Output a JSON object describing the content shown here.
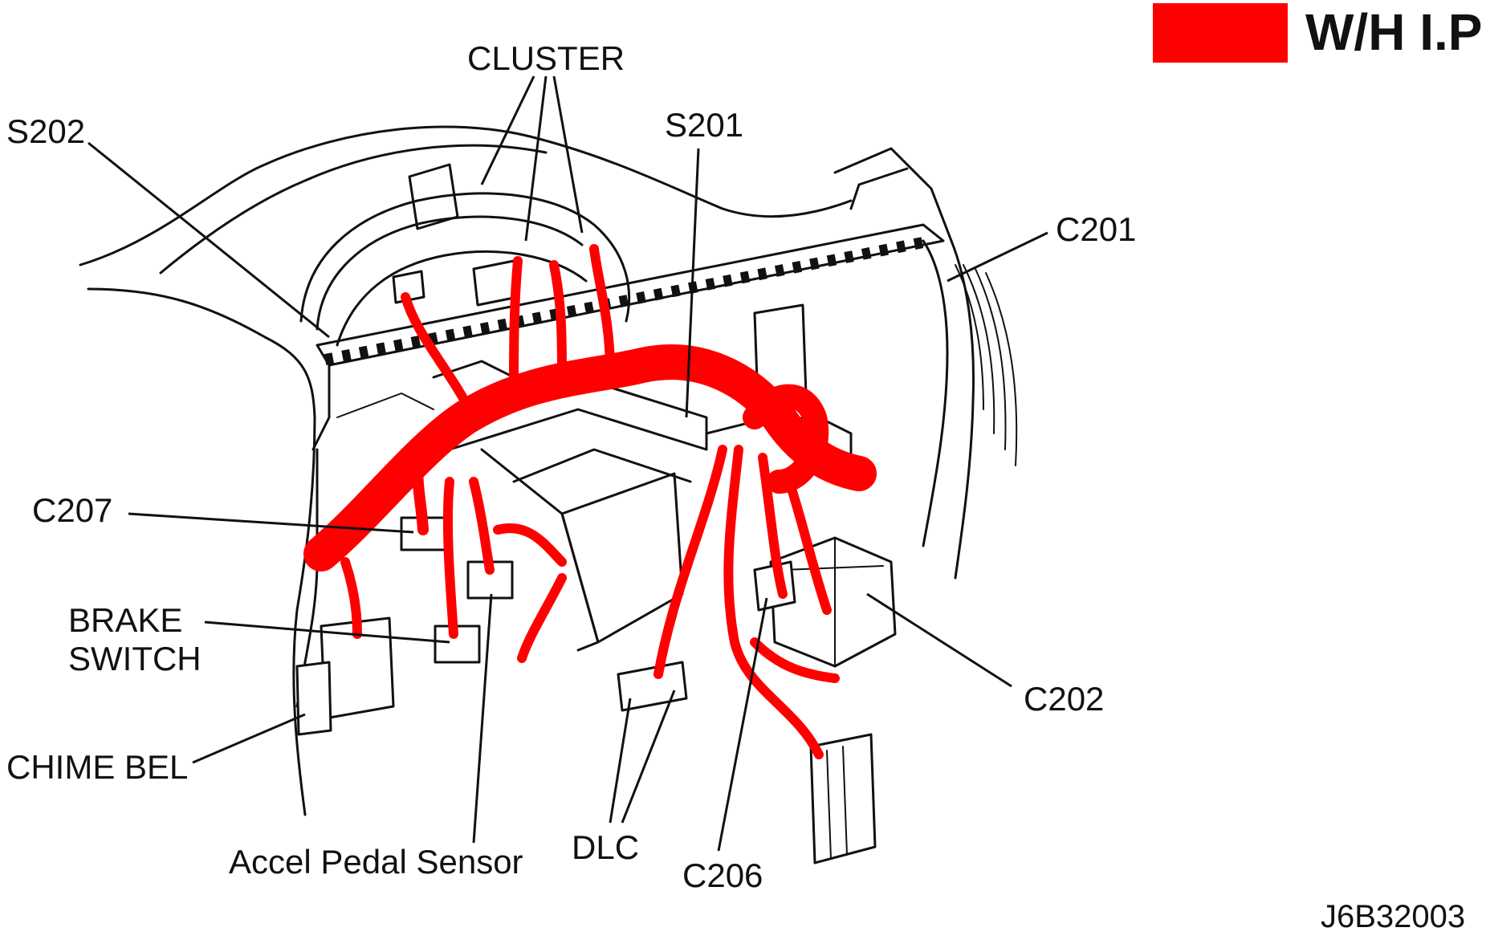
{
  "legend": {
    "swatch_color": "#ff0000",
    "label": "W/H I.P"
  },
  "colors": {
    "harness": "#ff0000",
    "outline": "#111111",
    "background": "#ffffff"
  },
  "labels": {
    "cluster": "CLUSTER",
    "s202": "S202",
    "s201": "S201",
    "c201": "C201",
    "c207": "C207",
    "brake_line1": "BRAKE",
    "brake_line2": "SWITCH",
    "chime": "CHIME BEL",
    "accel": "Accel Pedal Sensor",
    "dlc": "DLC",
    "c206": "C206",
    "c202": "C202"
  },
  "figure_code": "J6B32003"
}
